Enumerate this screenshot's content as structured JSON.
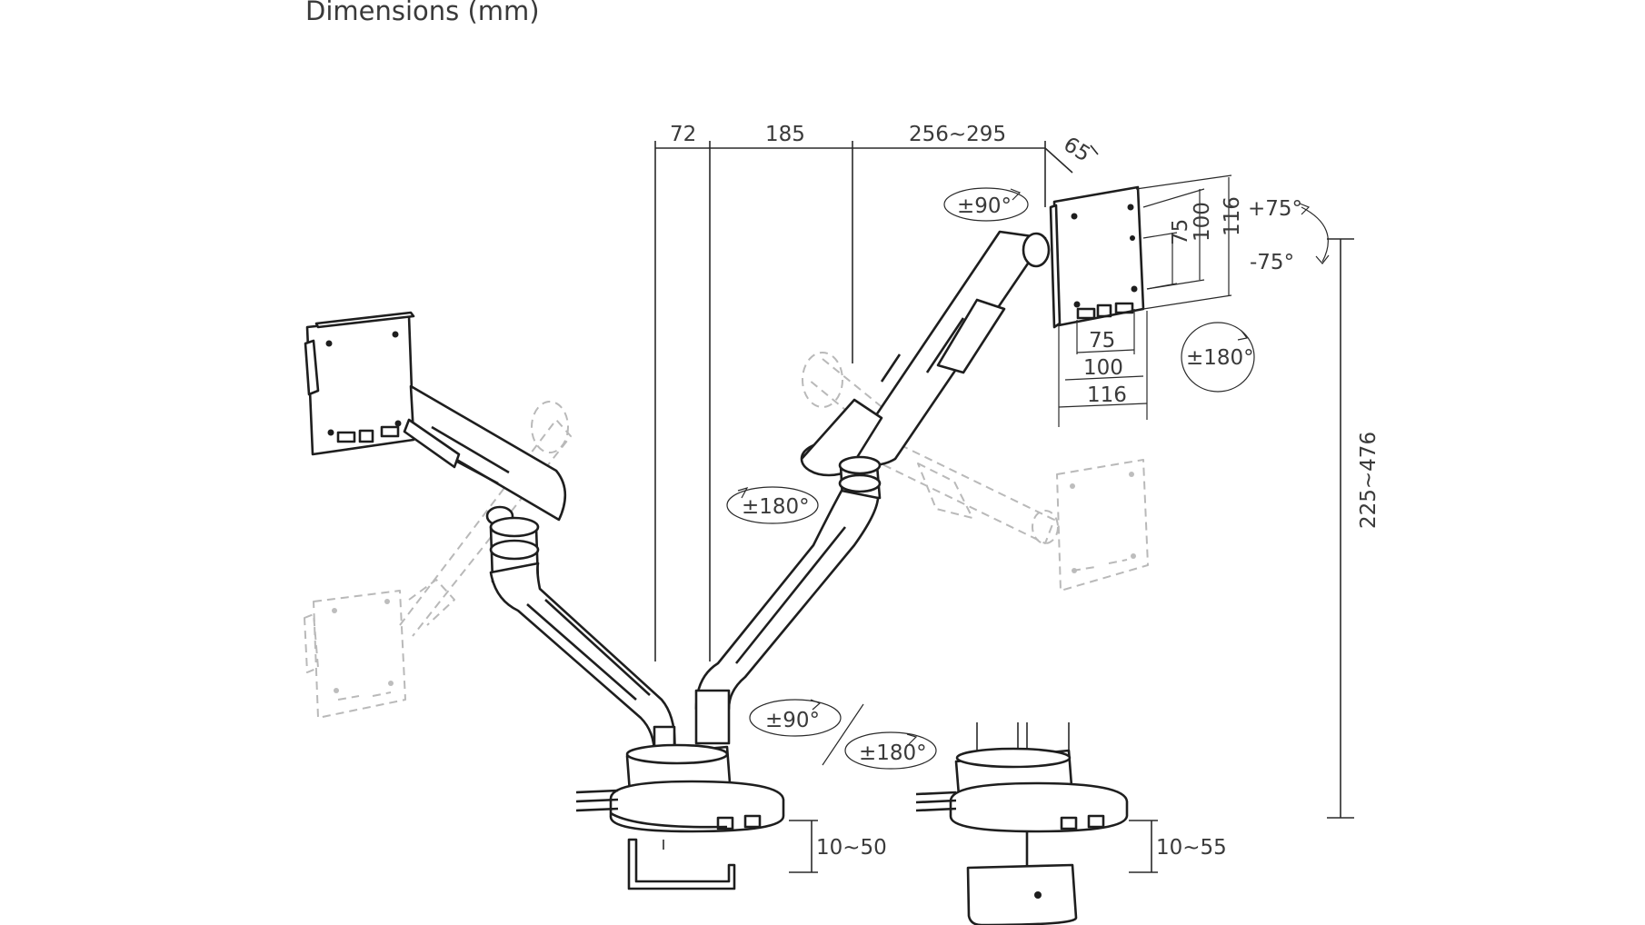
{
  "heading": "Dimensions (mm)",
  "dimensions": {
    "top_offset_1": "72",
    "top_offset_2": "185",
    "arm_reach": "256~295",
    "plate_depth": "65",
    "height_range": "225~476",
    "clamp_thickness": "10~50",
    "grommet_thickness": "10~55",
    "vesa_v_75": "75",
    "vesa_v_100": "100",
    "vesa_v_116": "116",
    "vesa_h_75": "75",
    "vesa_h_100": "100",
    "vesa_h_116": "116"
  },
  "rotations": {
    "head_swivel": "±90°",
    "tilt_up": "+75°",
    "tilt_down": "-75°",
    "portrait_rotation": "±180°",
    "elbow_rotation": "±180°",
    "base_swivel": "±90°",
    "base_rotation": "±180°"
  }
}
